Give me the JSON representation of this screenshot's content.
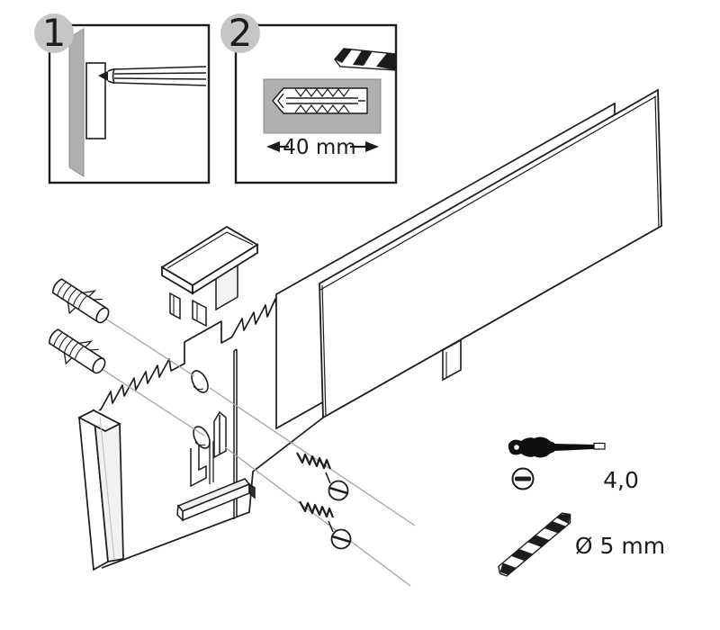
{
  "figure": {
    "kind": "wall-rail mounting instruction diagram",
    "colors": {
      "line": "#1c1c1c",
      "badge_fill": "#c6c6c6",
      "wall_gray": "#b0b0b0",
      "leader_line": "#a5a5a5"
    }
  },
  "steps": [
    {
      "number": "1",
      "icons": [
        "pencil-icon",
        "wall-strip",
        "rail-outline"
      ]
    },
    {
      "number": "2",
      "dimension_label": "40 mm",
      "icons": [
        "drill-bit-icon",
        "wall-plug-icon",
        "wall-cross-section"
      ]
    }
  ],
  "parts": {
    "wall_plugs": 2,
    "screws": 2,
    "end_cap": 1,
    "mounting_rail": 1,
    "panels": 2
  },
  "tools": {
    "screwdriver_size": "4,0",
    "drill_diameter": "Ø 5 mm"
  }
}
